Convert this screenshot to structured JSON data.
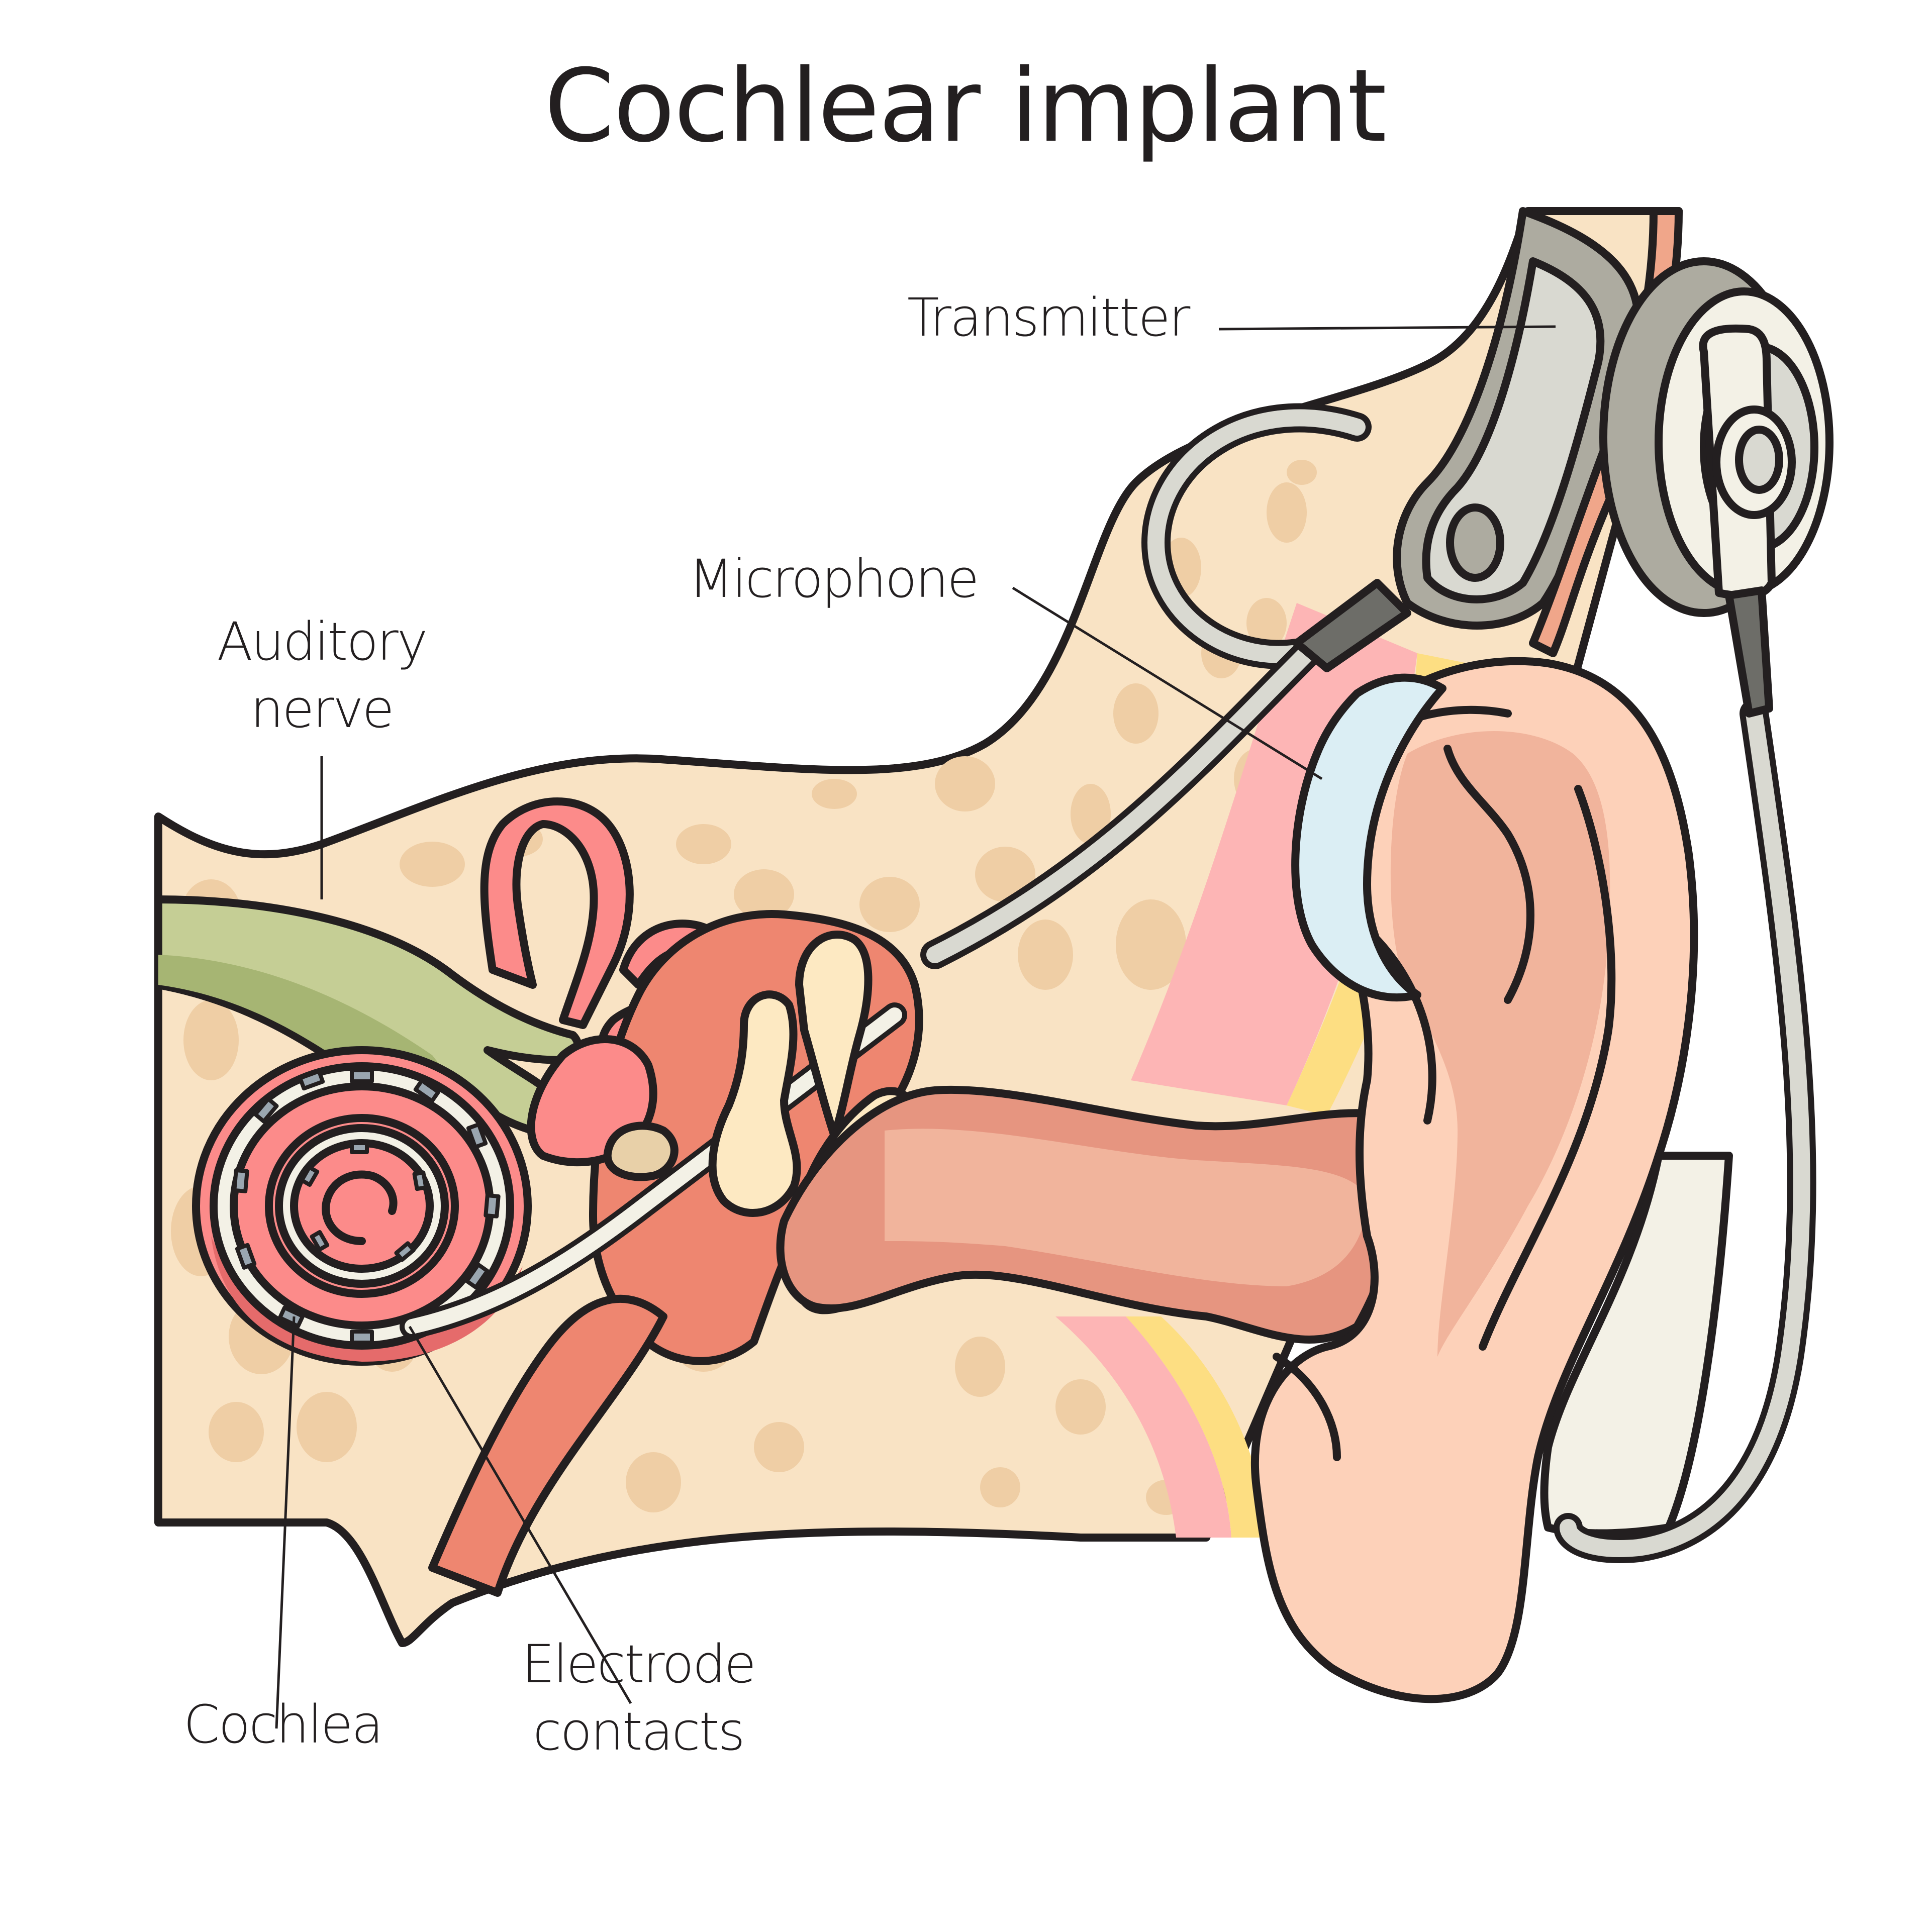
{
  "title": "Cochlear implant",
  "labels": {
    "transmitter": "Transmitter",
    "microphone": "Microphone",
    "auditory_nerve_line1": "Auditory",
    "auditory_nerve_line2": "nerve",
    "cochlea": "Cochlea",
    "electrode_line1": "Electrode",
    "electrode_line2": "contacts"
  },
  "colors": {
    "outline": "#231F20",
    "skin": "#F9E3C4",
    "bone_spot": "#EFCEA5",
    "ear_light": "#FDD1B9",
    "ear_mid": "#F1B49C",
    "ear_dark": "#E69580",
    "cochlea": "#FC8B8A",
    "cochlea_dark": "#E56B6B",
    "nerve": "#C5CE95",
    "nerve_dark": "#A6B573",
    "middle_ear": "#EE8670",
    "middle_ear_dark": "#E06A52",
    "ossicle": "#FDE9C2",
    "ossicle_dark": "#E8D0A8",
    "device_light": "#D9D9D1",
    "device_mid": "#ADABA0",
    "device_dark": "#6D6D68",
    "device_cream": "#F3F1E6",
    "microphone": "#DBEEF4",
    "layer_pink": "#FDB5B5",
    "layer_yellow": "#FDDE82",
    "electrode_contact": "#9AA6B0"
  }
}
